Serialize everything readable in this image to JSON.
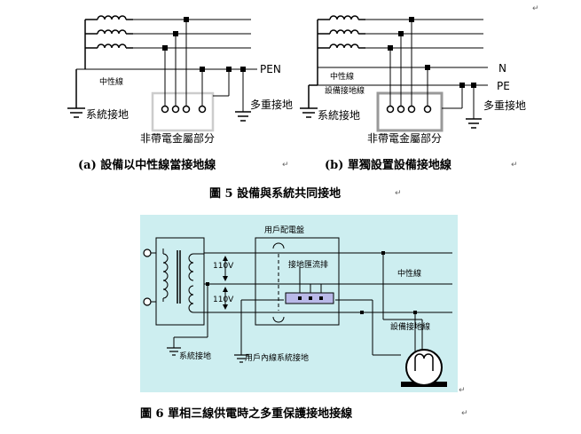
{
  "figure5": {
    "panel_a": {
      "pen_label": "PEN",
      "neutral_label": "中性線",
      "system_ground_label": "系統接地",
      "multi_ground_label": "多重接地",
      "metal_parts_label": "非帶電金屬部分",
      "caption": "(a) 設備以中性線當接地線"
    },
    "panel_b": {
      "n_label": "N",
      "pe_label": "PE",
      "neutral_label": "中性線",
      "equip_ground_line_label": "設備接地線",
      "system_ground_label": "系統接地",
      "multi_ground_label": "多重接地",
      "metal_parts_label": "非帶電金屬部分",
      "caption": "(b) 單獨設置設備接地線"
    },
    "title": "圖 5 設備與系統共同接地"
  },
  "figure6": {
    "panel_title": "用戶配電盤",
    "voltage_upper": "110V",
    "voltage_lower": "110V",
    "busbar_label": "接地匯流排",
    "neutral_label": "中性線",
    "equip_ground_label": "設備接地線",
    "system_ground_label": "系統接地",
    "indoor_ground_label": "用戶內線系統接地",
    "title": "圖 6 單相三線供電時之多重保護接地接線"
  },
  "colors": {
    "line": "#000000",
    "box_gray": "#999999",
    "light_box": "#cccccc",
    "diagram_bg": "#cdeef0",
    "busbar_fill": "#b9b9e8"
  },
  "icons": {
    "coil": "coil-icon",
    "ground": "ground-icon",
    "motor": "motor-icon",
    "paragraph_mark": "paragraph-mark-icon"
  }
}
